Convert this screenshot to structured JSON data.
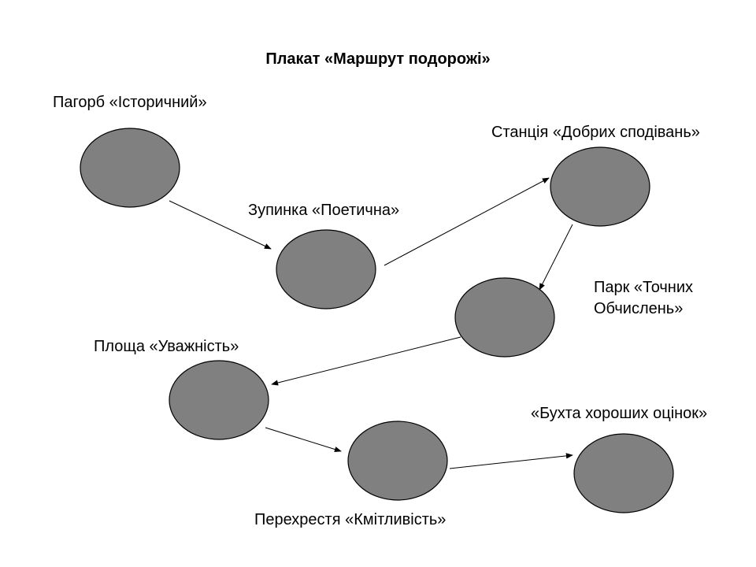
{
  "title": "Плакат «Маршрут подорожі»",
  "node_color": "#808080",
  "nodes": [
    {
      "label": "Пагорб «Історичний»"
    },
    {
      "label": "Зупинка «Поетична»"
    },
    {
      "label": "Станція «Добрих сподівань»"
    },
    {
      "label_lines": [
        "Парк «Точних",
        "Обчислень»"
      ]
    },
    {
      "label": "Площа «Уважність»"
    },
    {
      "label": "«Бухта хороших оцінок»"
    },
    {
      "label": "Перехрестя «Кмітливість»"
    }
  ]
}
